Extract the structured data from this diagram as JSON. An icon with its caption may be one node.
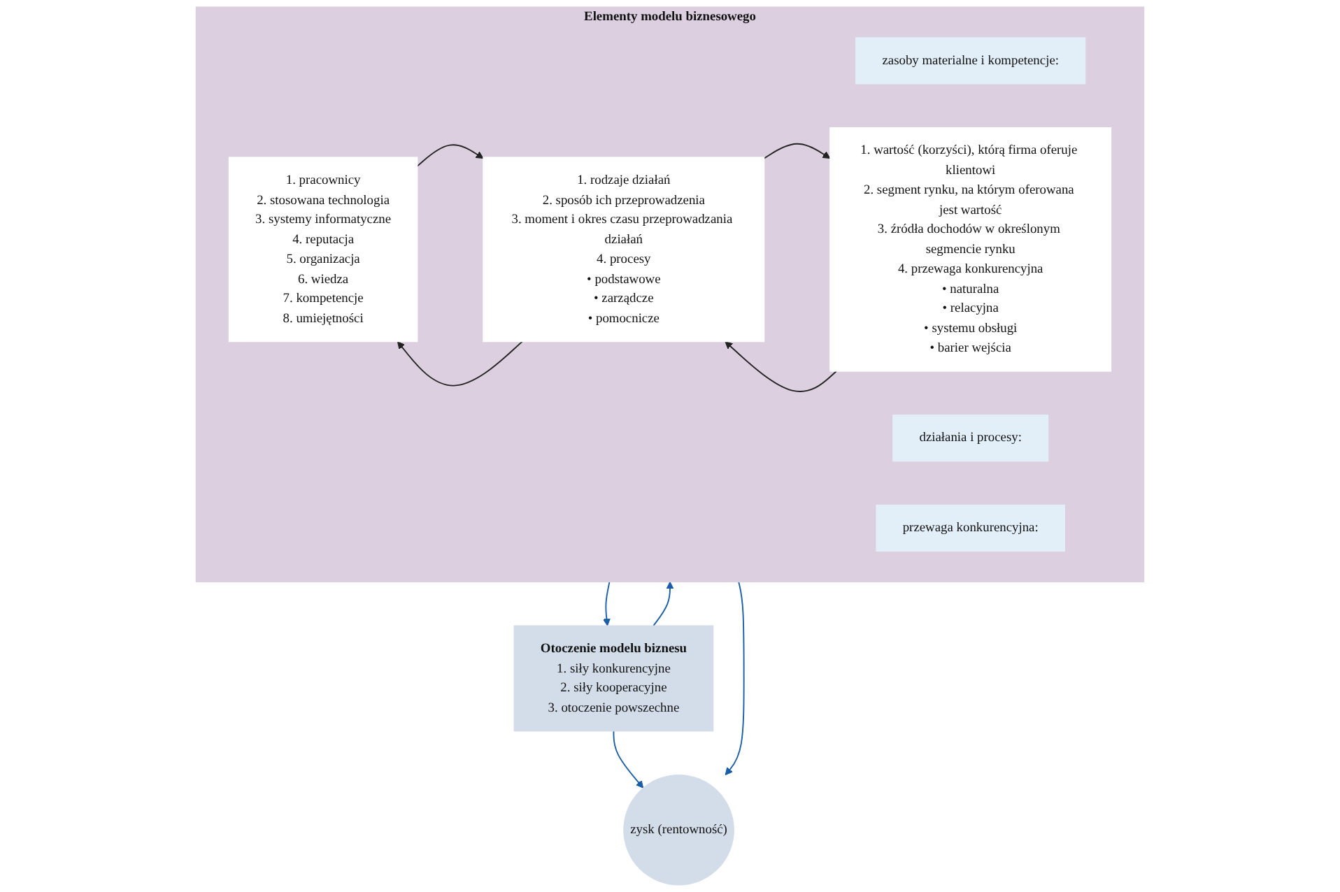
{
  "diagram": {
    "nodes": [
      {
        "text": [
          "Otoczenie modelu biznesu",
          "1. siły konkurencyjne",
          "2. siły kooperacyjne",
          "3. otoczenie powszechne"
        ]
      },
      {
        "text": [
          "Elementy modelu biznesowego"
        ]
      },
      {
        "text": [
          "zasoby materialne i kompetencje:"
        ],
        "in": 1
      },
      {
        "text": [
          "1. pracownicy",
          "2. stosowana technologia",
          "3. systemy informatyczne",
          "4. reputacja",
          "5. organizacja",
          "6. wiedza",
          "7. kompetencje",
          "8. umiejętności"
        ],
        "in": 1
      },
      {
        "text": [
          "działania i procesy:"
        ],
        "in": 1
      },
      {
        "text": [
          "1. rodzaje działań",
          "2. sposób ich przeprowadzenia",
          "3. moment i okres czasu przeprowadzania działań",
          "4. procesy",
          "• podstawowe",
          "• zarządcze",
          "• pomocnicze"
        ],
        "in": 1
      },
      {
        "text": [
          "przewaga konkurencyjna:"
        ],
        "in": 1
      },
      {
        "text": [
          "1. wartość (korzyści), którą firma oferuje klientowi",
          "2. segment rynku, na którym oferowana jest wartość",
          "3. źródła dochodów w określonym segmencie rynku",
          "4. przewaga konkurencyjna",
          "• naturalna",
          "• relacyjna",
          "• systemu obsługi",
          "• barier wejścia"
        ],
        "in": 1
      },
      {
        "text": [
          "zysk (rentowność)"
        ]
      }
    ],
    "edges": [
      {
        "from": 0,
        "to": 1,
        "arrow": "to",
        "color": "#1a5ea8"
      },
      {
        "from": 1,
        "to": 0,
        "arrow": "to",
        "color": "#1a5ea8"
      },
      {
        "from": 0,
        "to": 8,
        "arrow": "to",
        "color": "#1a5ea8"
      },
      {
        "from": 1,
        "to": 8,
        "arrow": "to",
        "color": "#1a5ea8"
      },
      {
        "from": 3,
        "to": 5,
        "arrow": "to",
        "color": "#222222"
      },
      {
        "from": 5,
        "to": 3,
        "arrow": "to",
        "color": "#222222"
      },
      {
        "from": 5,
        "to": 7,
        "arrow": "to",
        "color": "#222222"
      },
      {
        "from": 7,
        "to": 5,
        "arrow": "to",
        "color": "#222222"
      }
    ]
  }
}
